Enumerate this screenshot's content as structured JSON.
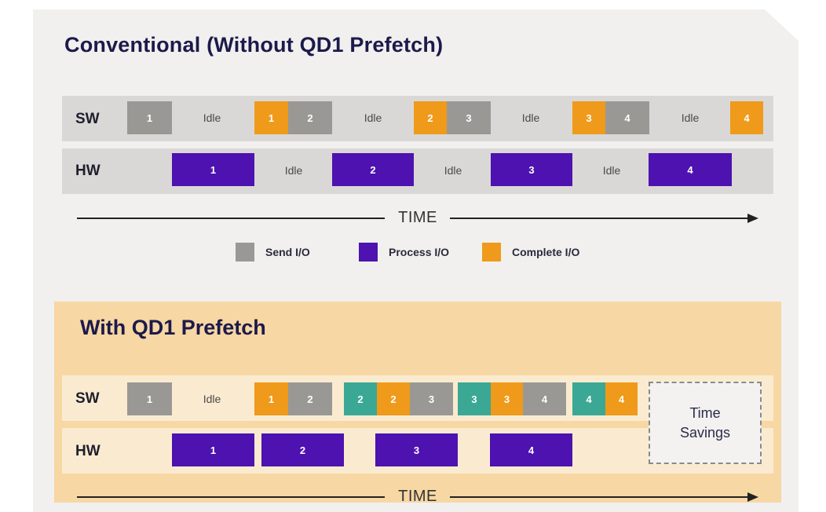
{
  "conventional": {
    "title": "Conventional (Without QD1 Prefetch)",
    "sw_label": "SW",
    "hw_label": "HW",
    "sw_blocks": [
      {
        "type": "send",
        "label": "1"
      },
      {
        "type": "comp",
        "label": "1"
      },
      {
        "type": "send",
        "label": "2"
      },
      {
        "type": "comp",
        "label": "2"
      },
      {
        "type": "send",
        "label": "3"
      },
      {
        "type": "comp",
        "label": "3"
      },
      {
        "type": "send",
        "label": "4"
      },
      {
        "type": "comp",
        "label": "4"
      }
    ],
    "sw_idle": [
      "Idle",
      "Idle",
      "Idle",
      "Idle"
    ],
    "hw_blocks": [
      {
        "type": "proc",
        "label": "1"
      },
      {
        "type": "proc",
        "label": "2"
      },
      {
        "type": "proc",
        "label": "3"
      },
      {
        "type": "proc",
        "label": "4"
      }
    ],
    "hw_idle": [
      "Idle",
      "Idle",
      "Idle"
    ],
    "time_label": "TIME"
  },
  "legend": [
    {
      "label": "Send I/O",
      "color": "#9a9894"
    },
    {
      "label": "Process I/O",
      "color": "#4d12b0"
    },
    {
      "label": "Complete I/O",
      "color": "#ef9a1a"
    }
  ],
  "prefetch": {
    "title": "With QD1 Prefetch",
    "sw_label": "SW",
    "hw_label": "HW",
    "sw_blocks": [
      {
        "type": "send",
        "label": "1"
      },
      {
        "type": "comp",
        "label": "1"
      },
      {
        "type": "send",
        "label": "2"
      },
      {
        "type": "teal",
        "label": "2"
      },
      {
        "type": "comp",
        "label": "2"
      },
      {
        "type": "send",
        "label": "3"
      },
      {
        "type": "teal",
        "label": "3"
      },
      {
        "type": "comp",
        "label": "3"
      },
      {
        "type": "send",
        "label": "4"
      },
      {
        "type": "teal",
        "label": "4"
      },
      {
        "type": "comp",
        "label": "4"
      }
    ],
    "sw_idle": [
      "Idle"
    ],
    "hw_blocks": [
      {
        "type": "proc",
        "label": "1"
      },
      {
        "type": "proc",
        "label": "2"
      },
      {
        "type": "proc",
        "label": "3"
      },
      {
        "type": "proc",
        "label": "4"
      }
    ],
    "time_label": "TIME",
    "savings_label": "Time Savings"
  },
  "colors": {
    "send": "#9a9894",
    "process": "#4d12b0",
    "complete": "#ef9a1a",
    "prefetch_teal": "#3aa894",
    "prefetch_panel": "#f7d7a3"
  }
}
